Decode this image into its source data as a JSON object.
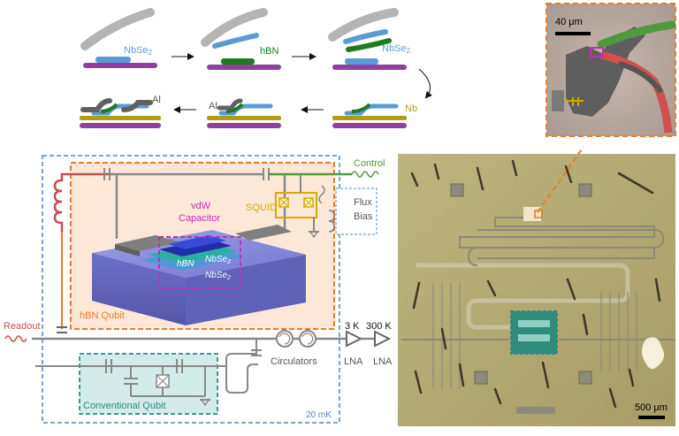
{
  "process": {
    "step1_label": "NbSe",
    "step1_sub": "2",
    "step2_label": "hBN",
    "step3_label": "NbSe",
    "step3_sub": "2",
    "step4_label": "Nb",
    "step5_label": "Al",
    "step6_label": "Al"
  },
  "circuit": {
    "control_label": "Control",
    "flux_label_1": "Flux",
    "flux_label_2": "Bias",
    "squid_label": "SQUID",
    "vdw_label_1": "vdW",
    "vdw_label_2": "Capacitor",
    "hbn_label": "hBN",
    "nbse_top": "NbSe",
    "nbse_top_sub": "2",
    "nbse_bot": "NbSe",
    "nbse_bot_sub": "2",
    "hbn_qubit_label": "hBN Qubit",
    "readout_label": "Readout",
    "temp_3k": "3 K",
    "temp_300k": "300 K",
    "lna_1": "LNA",
    "lna_2": "LNA",
    "circulators_label": "Circulators",
    "conventional_label": "Conventional Qubit",
    "fridge_temp": "20 mK"
  },
  "micrograph": {
    "inset_scale": "40 μm",
    "main_scale": "500 μm"
  },
  "colors": {
    "nbse2": "#5b9bd5",
    "hbn": "#1e7b1e",
    "substrate": "#8e3fa0",
    "nb": "#b59a1a",
    "al": "#606060",
    "hbn_qubit_box": "#ea7a28",
    "fridge_box": "#4d86c6",
    "conventional_box": "#2d8a83",
    "readout": "#c0504d",
    "control": "#4e9a3c",
    "squid": "#d4aa00",
    "vdw": "#c42fb4"
  }
}
